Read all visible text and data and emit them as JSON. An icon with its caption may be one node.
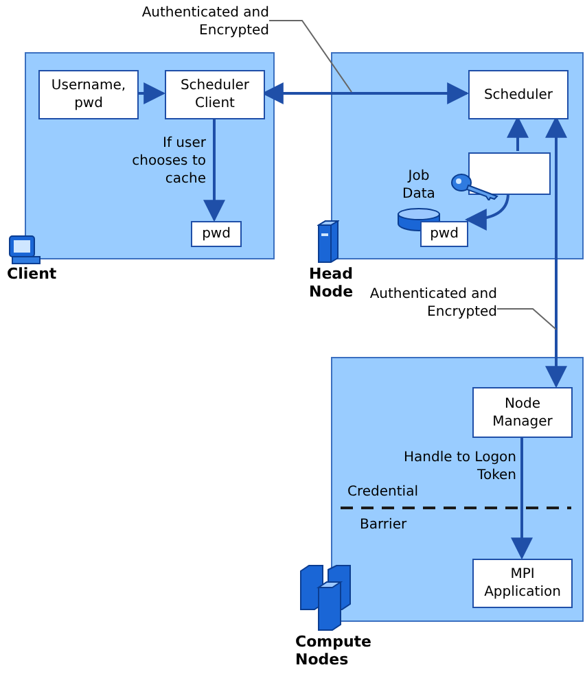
{
  "diagram": {
    "nodes": [
      {
        "text": [
          "Client"
        ]
      },
      {
        "text": [
          "Username, pwd"
        ],
        "in": 0
      },
      {
        "text": [
          "Scheduler Client"
        ],
        "in": 0
      },
      {
        "text": [
          "pwd"
        ],
        "in": 0
      },
      {
        "text": [
          "Head Node"
        ]
      },
      {
        "text": [
          "Scheduler"
        ],
        "in": 4
      },
      {
        "text": [],
        "shape": "box",
        "in": 4
      },
      {
        "text": [
          "Job Data"
        ],
        "in": 4
      },
      {
        "text": [
          "pwd"
        ],
        "in": 4
      },
      {
        "text": [
          "Compute Nodes"
        ]
      },
      {
        "text": [
          "Node Manager"
        ],
        "in": 9
      },
      {
        "text": [
          "MPI Application"
        ],
        "in": 9
      },
      {
        "text": [
          "Authenticated and Encrypted"
        ]
      },
      {
        "text": [
          "Authenticated and Encrypted"
        ]
      }
    ],
    "edges": [
      {
        "from": 1,
        "to": 2,
        "arrow": "to"
      },
      {
        "from": 2,
        "to": 5,
        "arrow": "both"
      },
      {
        "from": 2,
        "to": 3,
        "arrow": "to",
        "label": "If user chooses to cache"
      },
      {
        "from": 6,
        "to": 5,
        "arrow": "to"
      },
      {
        "from": 6,
        "to": 8,
        "arrow": "to"
      },
      {
        "from": 5,
        "to": 10,
        "arrow": "both"
      },
      {
        "from": 10,
        "to": 11,
        "arrow": "to",
        "label": "Handle to Logon Token"
      },
      {
        "from": 12,
        "to": null,
        "arrow": "none",
        "color": "#666666"
      },
      {
        "from": 13,
        "to": null,
        "arrow": "none",
        "color": "#666666"
      }
    ],
    "labels": [
      "Credential",
      "Barrier"
    ]
  }
}
